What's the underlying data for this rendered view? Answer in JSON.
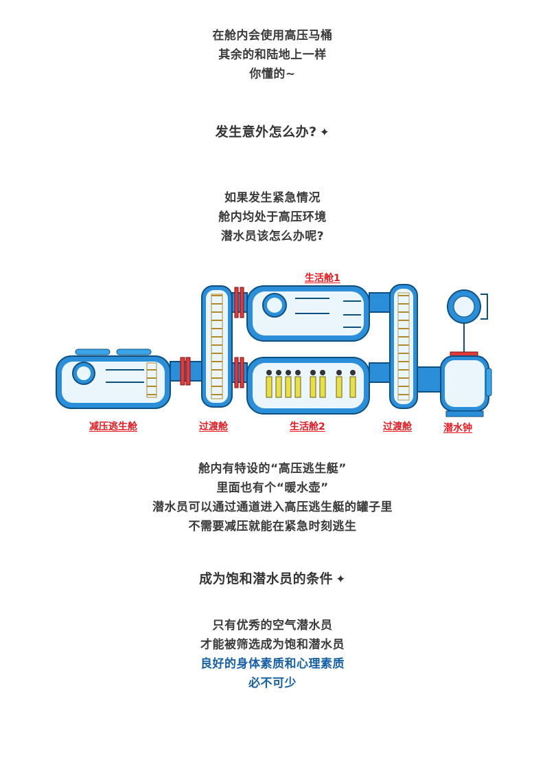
{
  "section1": {
    "lines": [
      "在舱内会使用高压马桶",
      "其余的和陆地上一样",
      "你懂的~"
    ]
  },
  "heading1": {
    "text": "发生意外怎么办?",
    "icon": "sparkle-icon"
  },
  "section2": {
    "lines": [
      "如果发生紧急情况",
      "舱内均处于高压环境",
      "潜水员该怎么办呢?"
    ]
  },
  "diagram": {
    "labels": {
      "living1": "生活舱1",
      "escape": "减压逃生舱",
      "transfer_left": "过渡舱",
      "living2": "生活舱2",
      "transfer_right": "过渡舱",
      "bell": "潜水钟"
    },
    "colors": {
      "pipe": "#1e7fc3",
      "shell": "#2a8fd8",
      "interior": "#eaf6fb",
      "flange": "#e03a3a",
      "label": "#e8191f"
    }
  },
  "section3": {
    "lines": [
      "舱内有特设的“高压逃生艇”",
      "里面也有个“暖水壶”",
      "潜水员可以通过通道进入高压逃生艇的罐子里",
      "不需要减压就能在紧急时刻逃生"
    ]
  },
  "heading2": {
    "text": "成为饱和潜水员的条件",
    "icon": "sparkle-icon"
  },
  "section4": {
    "lines": [
      "只有优秀的空气潜水员",
      "才能被筛选成为饱和潜水员"
    ],
    "highlight": [
      "良好的身体素质和心理素质",
      "必不可少"
    ],
    "highlight_color": "#1660a8"
  }
}
